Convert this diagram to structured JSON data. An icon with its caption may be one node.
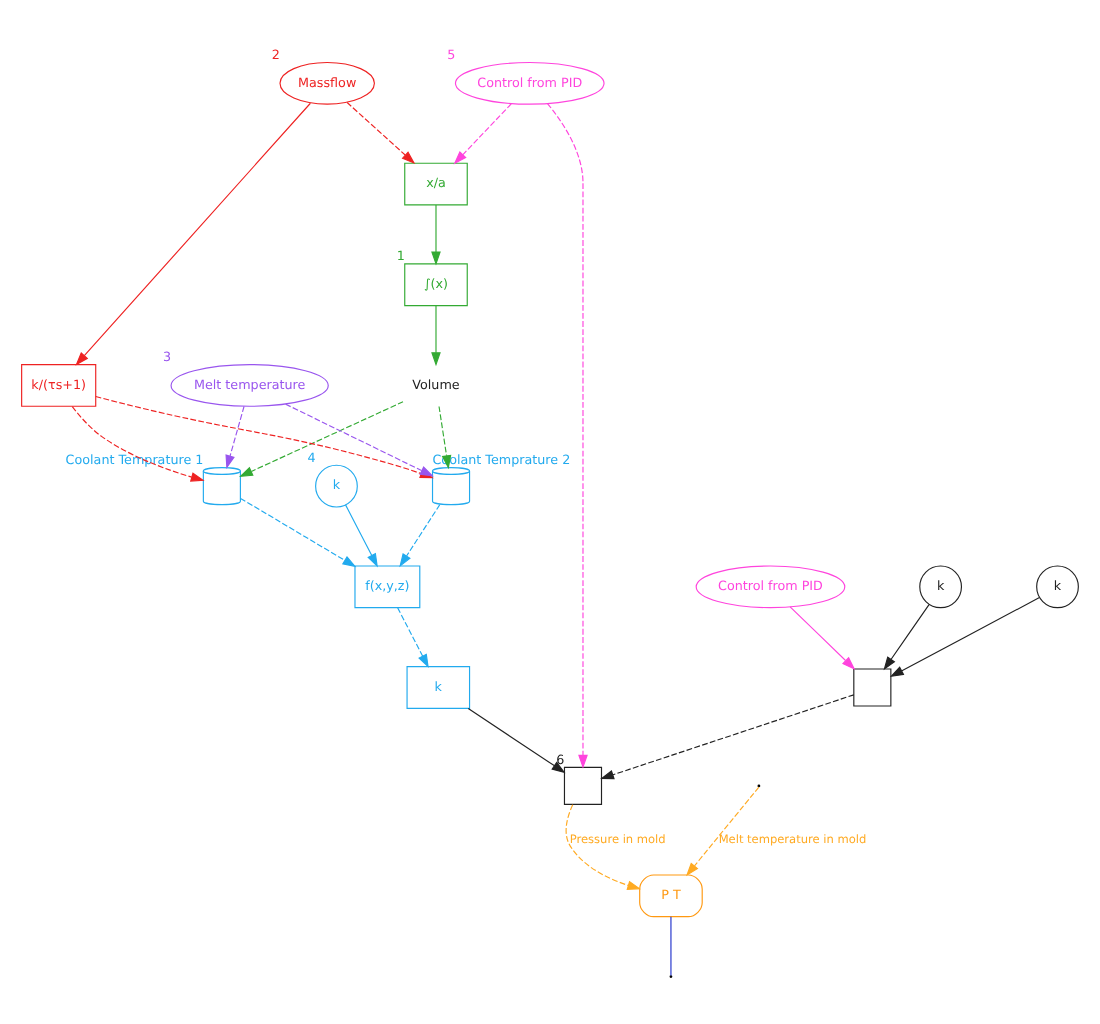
{
  "diagram": {
    "nodes": [
      {
        "text": [
          "Volume"
        ]
      },
      {
        "text": [
          "∫(x)"
        ],
        "beside": [
          "1"
        ]
      },
      {
        "text": [
          "x/a"
        ]
      },
      {
        "text": [
          "Massflow"
        ],
        "beside": [
          "2"
        ]
      },
      {
        "text": [
          "k/(τs+1)"
        ]
      },
      {
        "text": [
          "Melt temperature"
        ],
        "beside": [
          "3"
        ]
      },
      {
        "text": [],
        "shape": "cylinder",
        "beside": [
          "Coolant Temprature 2"
        ]
      },
      {
        "text": [],
        "shape": "cylinder",
        "beside": [
          "Coolant Temprature 1"
        ]
      },
      {
        "text": [
          "k"
        ],
        "beside": [
          "4"
        ]
      },
      {
        "text": [
          "f(x,y,z)"
        ]
      },
      {
        "text": [
          "k"
        ]
      },
      {
        "text": [
          "Control from PID"
        ],
        "beside": [
          "5"
        ]
      },
      {
        "text": [],
        "shape": "box",
        "beside": [
          "6"
        ]
      },
      {
        "text": [
          "k"
        ]
      },
      {
        "text": [
          "k"
        ]
      },
      {
        "text": [],
        "shape": "box"
      },
      {
        "text": [
          "Control from PID"
        ]
      },
      {
        "text": [
          "P T"
        ]
      }
    ],
    "edges": [
      {
        "from": 2,
        "to": 1,
        "arrow": "to",
        "color": "#33aa33"
      },
      {
        "from": 1,
        "to": 0,
        "arrow": "to",
        "color": "#33aa33"
      },
      {
        "from": 0,
        "to": 6,
        "arrow": "to",
        "style": "dashed",
        "color": "#33aa33"
      },
      {
        "from": 0,
        "to": 7,
        "arrow": "to",
        "style": "dashed",
        "color": "#33aa33"
      },
      {
        "from": 3,
        "to": 2,
        "arrow": "to",
        "style": "dashed",
        "color": "#ee2222"
      },
      {
        "from": 3,
        "to": 4,
        "arrow": "to",
        "color": "#ee2222"
      },
      {
        "from": 4,
        "to": 6,
        "arrow": "to",
        "style": "dashed",
        "color": "#ee2222"
      },
      {
        "from": 4,
        "to": 7,
        "arrow": "to",
        "style": "dashed",
        "color": "#ee2222"
      },
      {
        "from": 5,
        "to": 6,
        "arrow": "to",
        "style": "dashed",
        "color": "#9955ee"
      },
      {
        "from": 5,
        "to": 7,
        "arrow": "to",
        "style": "dashed",
        "color": "#9955ee"
      },
      {
        "from": 11,
        "to": 2,
        "arrow": "to",
        "style": "dashed",
        "color": "#ff44dd"
      },
      {
        "from": 11,
        "to": 12,
        "arrow": "to",
        "style": "dashed",
        "color": "#ff44dd"
      },
      {
        "from": 6,
        "to": 9,
        "arrow": "to",
        "style": "dashed",
        "color": "#22aaee"
      },
      {
        "from": 7,
        "to": 9,
        "arrow": "to",
        "style": "dashed",
        "color": "#22aaee"
      },
      {
        "from": 8,
        "to": 9,
        "arrow": "to",
        "color": "#22aaee"
      },
      {
        "from": 9,
        "to": 10,
        "arrow": "to",
        "style": "dashed",
        "color": "#22aaee"
      },
      {
        "from": 10,
        "to": 12,
        "arrow": "to",
        "color": "#222222"
      },
      {
        "from": 13,
        "to": 15,
        "arrow": "to",
        "color": "#222222"
      },
      {
        "from": 14,
        "to": 15,
        "arrow": "to",
        "color": "#222222"
      },
      {
        "from": 16,
        "to": 15,
        "arrow": "to",
        "color": "#ff44dd"
      },
      {
        "from": 15,
        "to": 12,
        "arrow": "to",
        "style": "dashed",
        "color": "#222222"
      },
      {
        "from": 12,
        "to": 17,
        "label": "Pressure in mold",
        "arrow": "to",
        "style": "dashed",
        "color": "#ffaa22"
      },
      {
        "from": null,
        "to": 17,
        "label": "Melt temperature in mold",
        "arrow": "to",
        "style": "dashed",
        "color": "#ffaa22"
      },
      {
        "from": 17,
        "to": null,
        "arrow": "none",
        "color": "#2233cc"
      }
    ]
  }
}
